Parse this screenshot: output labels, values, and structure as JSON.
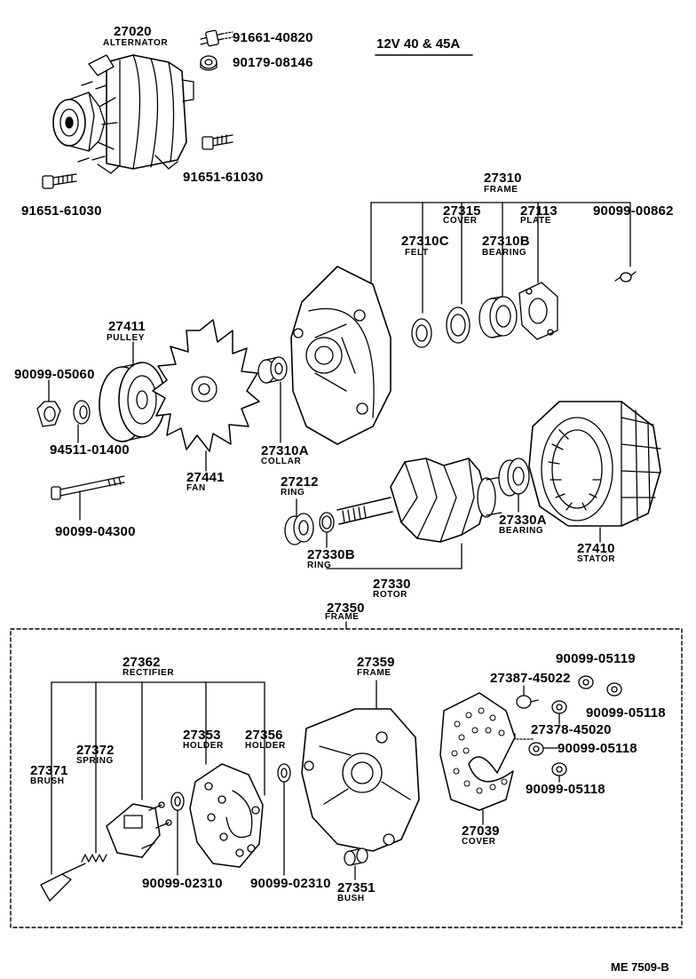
{
  "header": {
    "title": "12V 40 & 45A"
  },
  "footer": {
    "ref": "ME 7509-B"
  },
  "parts": [
    {
      "id": "27020",
      "name": "ALTERNATOR"
    },
    {
      "id": "91661-40820",
      "name": ""
    },
    {
      "id": "90179-08146",
      "name": ""
    },
    {
      "id": "91651-61030",
      "name": ""
    },
    {
      "id": "91651-61030b",
      "code": "91651-61030",
      "name": ""
    },
    {
      "id": "27310",
      "name": "FRAME"
    },
    {
      "id": "27315",
      "name": "COVER"
    },
    {
      "id": "27113",
      "name": "PLATE"
    },
    {
      "id": "90099-00862",
      "name": ""
    },
    {
      "id": "27310C",
      "name": "FELT"
    },
    {
      "id": "27310B",
      "name": "BEARING"
    },
    {
      "id": "27411",
      "name": "PULLEY"
    },
    {
      "id": "90099-05060",
      "name": ""
    },
    {
      "id": "94511-01400",
      "name": ""
    },
    {
      "id": "27441",
      "name": "FAN"
    },
    {
      "id": "27310A",
      "name": "COLLAR"
    },
    {
      "id": "27212",
      "name": "RING"
    },
    {
      "id": "27330A",
      "name": "BEARING"
    },
    {
      "id": "27410",
      "name": "STATOR"
    },
    {
      "id": "27330B",
      "name": "RING"
    },
    {
      "id": "27330",
      "name": "ROTOR"
    },
    {
      "id": "90099-04300",
      "name": ""
    },
    {
      "id": "27350",
      "name": "FRAME"
    },
    {
      "id": "27362",
      "name": "RECTIFIER"
    },
    {
      "id": "27359",
      "name": "FRAME"
    },
    {
      "id": "90099-05119",
      "name": ""
    },
    {
      "id": "27387-45022",
      "name": ""
    },
    {
      "id": "90099-05118a",
      "code": "90099-05118",
      "name": ""
    },
    {
      "id": "27378-45020",
      "name": ""
    },
    {
      "id": "90099-05118b",
      "code": "90099-05118",
      "name": ""
    },
    {
      "id": "90099-05118c",
      "code": "90099-05118",
      "name": ""
    },
    {
      "id": "27372",
      "name": "SPRING"
    },
    {
      "id": "27353",
      "name": "HOLDER"
    },
    {
      "id": "27356",
      "name": "HOLDER"
    },
    {
      "id": "27371",
      "name": "BRUSH"
    },
    {
      "id": "27039",
      "name": "COVER"
    },
    {
      "id": "90099-02310a",
      "code": "90099-02310",
      "name": ""
    },
    {
      "id": "90099-02310b",
      "code": "90099-02310",
      "name": ""
    },
    {
      "id": "27351",
      "name": "BUSH"
    }
  ]
}
